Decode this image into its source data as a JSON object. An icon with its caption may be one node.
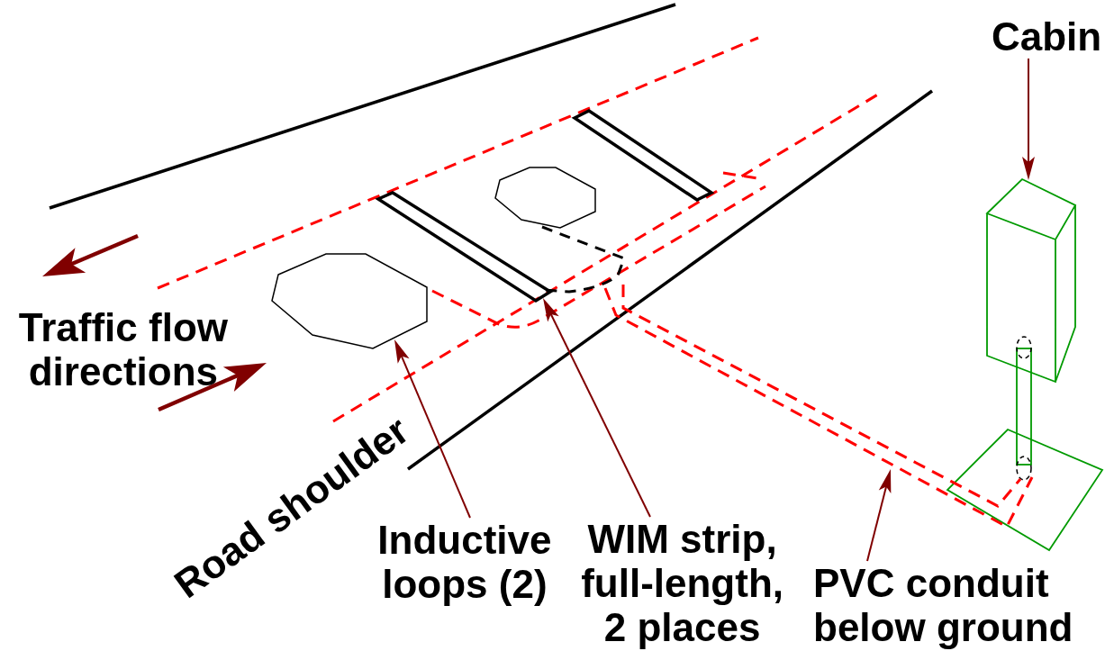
{
  "diagram": {
    "nodes": [
      {
        "text": [
          "Cabin"
        ]
      },
      {
        "text": [],
        "shape": "box"
      },
      {
        "text": [],
        "shape": "bar"
      },
      {
        "text": [],
        "shape": "octagon"
      },
      {
        "text": [],
        "shape": "pipe"
      },
      {
        "text": [
          "Inductive loops (2)"
        ]
      },
      {
        "text": [
          "WIM strip, full-length, 2 places"
        ]
      },
      {
        "text": [
          "PVC conduit below ground"
        ]
      }
    ],
    "edges": [
      {
        "from": 0,
        "to": 1,
        "arrow": "to"
      },
      {
        "from": 5,
        "to": 3,
        "arrow": "to"
      },
      {
        "from": 6,
        "to": 2,
        "arrow": "to"
      },
      {
        "from": 7,
        "to": 4,
        "arrow": "to"
      }
    ],
    "labels": [
      "Traffic flow directions",
      "Road shoulder"
    ]
  }
}
